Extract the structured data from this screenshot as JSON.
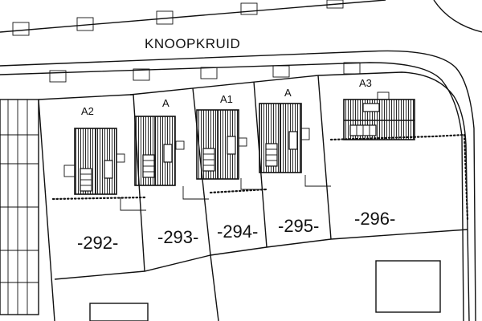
{
  "street": {
    "name": "KNOOPKRUID"
  },
  "plots": [
    {
      "number": "-292-",
      "house_type": "A2"
    },
    {
      "number": "-293-",
      "house_type": "A"
    },
    {
      "number": "-294-",
      "house_type": "A1"
    },
    {
      "number": "-295-",
      "house_type": "A"
    },
    {
      "number": "-296-",
      "house_type": "A3"
    }
  ]
}
